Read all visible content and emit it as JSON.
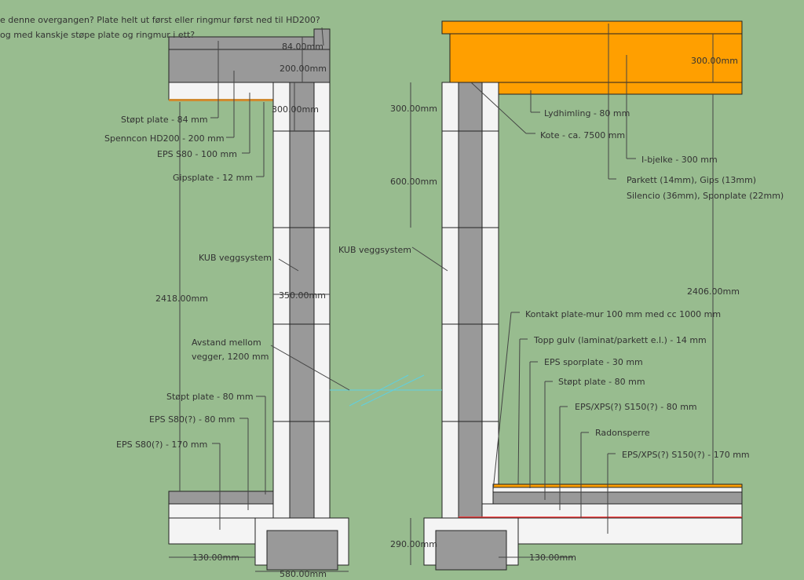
{
  "question": {
    "line1": "e denne overgangen? Plate helt ut først eller ringmur først ned til HD200?",
    "line2": "og med kanskje støpe plate og ringmur i ett?"
  },
  "left": {
    "dims": {
      "d84": "84.00mm",
      "d200": "200.00mm",
      "d300": "300.00mm",
      "d350": "350.00mm",
      "d2418": "2418.00mm",
      "d130": "130.00mm",
      "d580": "580.00mm"
    },
    "labels": {
      "stopt_plate_84": "Støpt plate - 84 mm",
      "spenncon": "Spenncon HD200 - 200 mm",
      "eps100": "EPS S80 - 100 mm",
      "gips": "Gipsplate - 12 mm",
      "kub": "KUB veggsystem",
      "avstand1": "Avstand mellom",
      "avstand2": "vegger, 1200 mm",
      "stopt_plate_80": "Støpt plate - 80 mm",
      "eps80": "EPS S80(?) - 80 mm",
      "eps170": "EPS S80(?) - 170 mm"
    }
  },
  "right": {
    "dims": {
      "d300a": "300.00mm",
      "d600": "600.00mm",
      "d300b": "300.00mm",
      "d2406": "2406.00mm",
      "d290": "290.00mm",
      "d130": "130.00mm"
    },
    "labels": {
      "lydhimling": "Lydhimling - 80 mm",
      "kote": "Kote - ca. 7500 mm",
      "ibjelke": "I-bjelke - 300 mm",
      "parkett1": "Parkett (14mm), Gips (13mm)",
      "parkett2": "Silencio (36mm), Sponplate (22mm)",
      "kub": "KUB veggsystem",
      "kontakt": "Kontakt plate-mur 100 mm med cc 1000 mm",
      "topp": "Topp gulv (laminat/parkett e.l.) - 14 mm",
      "sporplate": "EPS sporplate - 30 mm",
      "stopt": "Støpt plate - 80 mm",
      "eps80": "EPS/XPS(?) S150(?) - 80 mm",
      "radon": "Radonsperre",
      "eps170": "EPS/XPS(?) S150(?) - 170 mm"
    }
  },
  "colors": {
    "background": "#98bc8f",
    "concrete": "#999999",
    "insulation": "#f4f4f4",
    "beam": "#ff9f00",
    "radon": "#ff3030",
    "guide": "#5fd0e0"
  }
}
